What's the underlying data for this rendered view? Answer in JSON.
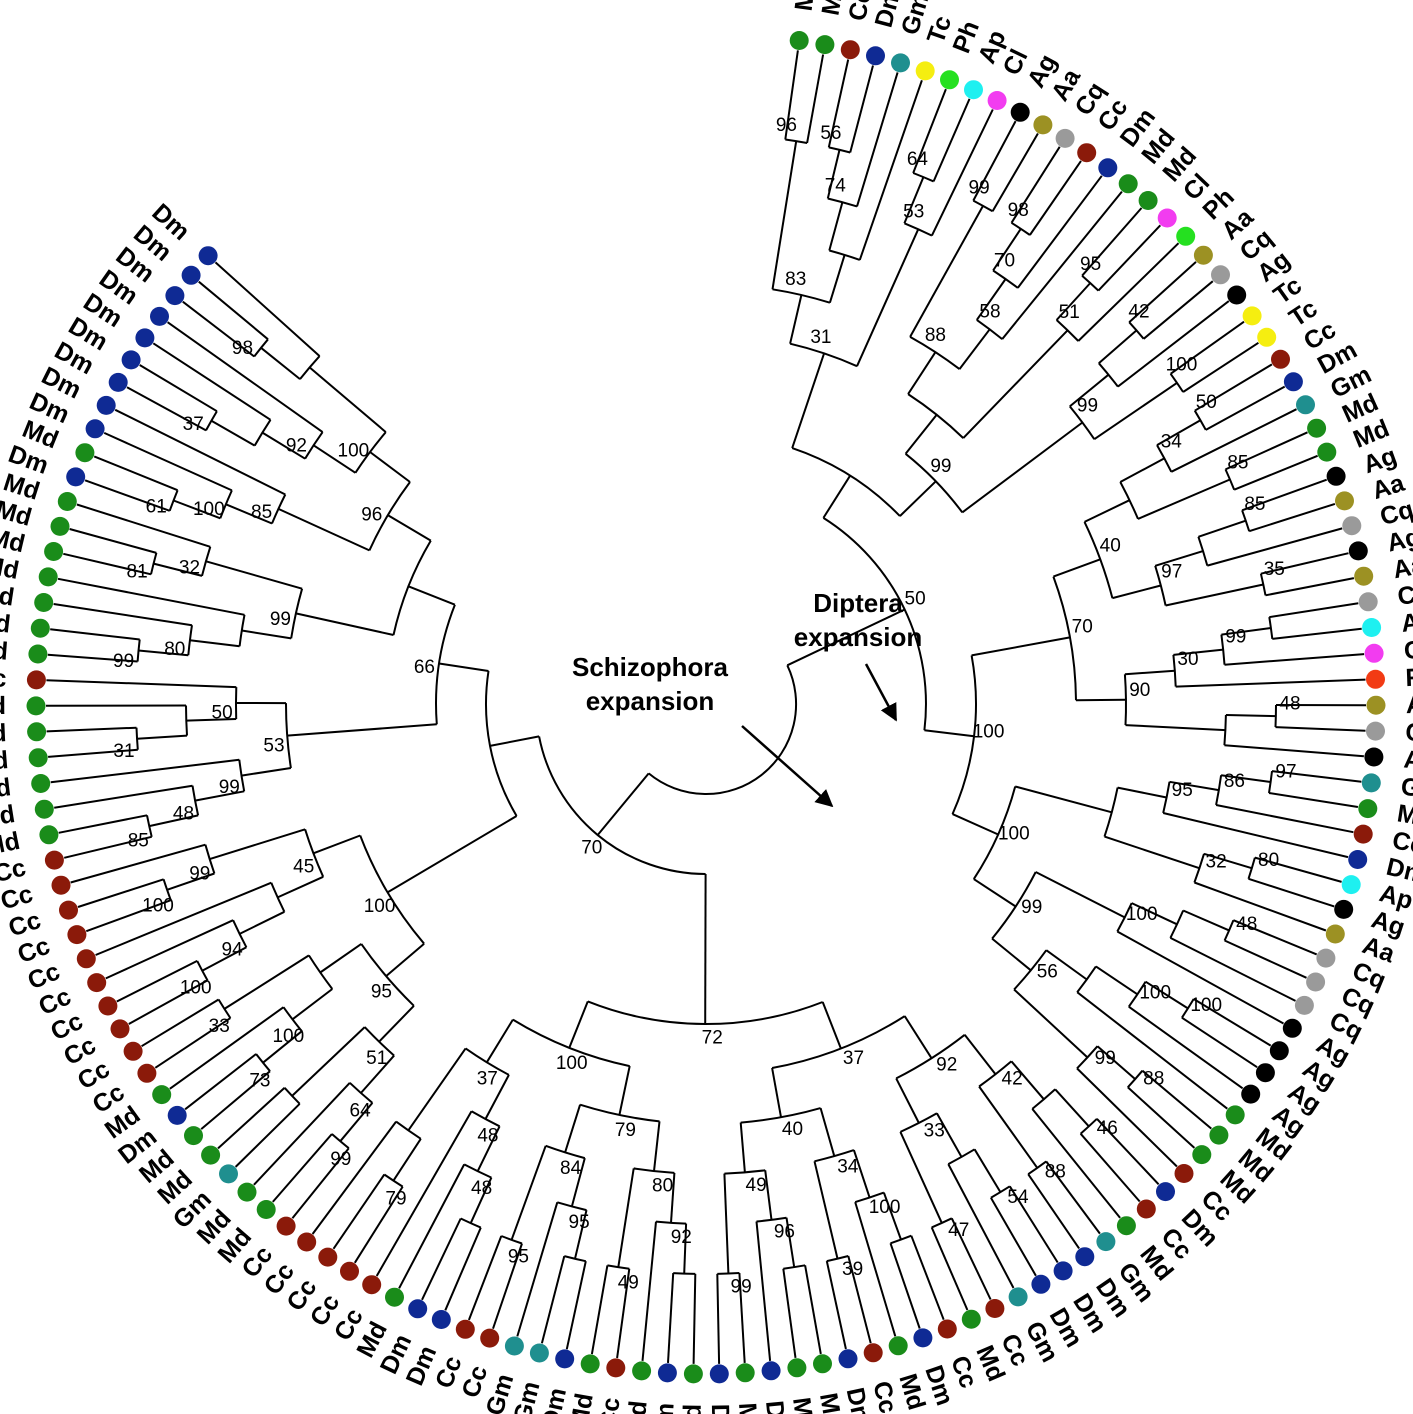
{
  "species_colors": {
    "Md": "#1a8c1a",
    "Cc": "#8b1a0a",
    "Dm": "#0f2a94",
    "Gm": "#1f8f8f",
    "Tc": "#f5ee10",
    "Ph": "#25e020",
    "Ap": "#1ef0f0",
    "Cl": "#f23cf0",
    "Ag": "#000000",
    "Aa": "#9c9123",
    "Cq": "#9a9a9a",
    "Rp": "#f23b14"
  },
  "tips": [
    "Md",
    "Md",
    "Cc",
    "Dm",
    "Gm",
    "Tc",
    "Ph",
    "Ap",
    "Cl",
    "Ag",
    "Aa",
    "Cq",
    "Cc",
    "Dm",
    "Md",
    "Md",
    "Cl",
    "Ph",
    "Aa",
    "Cq",
    "Ag",
    "Tc",
    "Tc",
    "Cc",
    "Dm",
    "Gm",
    "Md",
    "Md",
    "Ag",
    "Aa",
    "Cq",
    "Ag",
    "Aa",
    "Cq",
    "Ap",
    "Cl",
    "Rp",
    "Aa",
    "Cq",
    "Ag",
    "Gm",
    "Md",
    "Cc",
    "Dm",
    "Ap",
    "Ag",
    "Aa",
    "Cq",
    "Cq",
    "Cq",
    "Ag",
    "Ag",
    "Ag",
    "Ag",
    "Md",
    "Md",
    "Md",
    "Cc",
    "Dm",
    "Cc",
    "Md",
    "Gm",
    "Dm",
    "Dm",
    "Dm",
    "Gm",
    "Cc",
    "Md",
    "Cc",
    "Dm",
    "Md",
    "Cc",
    "Dm",
    "Md",
    "Md",
    "Dm",
    "Md",
    "Dm",
    "Md",
    "Dm",
    "Md",
    "Cc",
    "Md",
    "Dm",
    "Gm",
    "Gm",
    "Cc",
    "Cc",
    "Dm",
    "Dm",
    "Md",
    "Cc",
    "Cc",
    "Cc",
    "Cc",
    "Cc",
    "Md",
    "Md",
    "Gm",
    "Md",
    "Md",
    "Dm",
    "Md",
    "Cc",
    "Cc",
    "Cc",
    "Cc",
    "Cc",
    "Cc",
    "Cc",
    "Cc",
    "Cc",
    "Cc",
    "Md",
    "Md",
    "Md",
    "Md",
    "Md",
    "Md",
    "Cc",
    "Md",
    "Md",
    "Md",
    "Md",
    "Md",
    "Md",
    "Md",
    "Dm",
    "Md",
    "Dm",
    "Dm",
    "Dm",
    "Dm",
    "Dm",
    "Dm",
    "Dm",
    "Dm",
    "Dm"
  ],
  "support_values": [
    "96",
    "83",
    "56",
    "74",
    "31",
    "64",
    "53",
    "99",
    "88",
    "98",
    "70",
    "58",
    "95",
    "51",
    "99",
    "42",
    "99",
    "100",
    "50",
    "34",
    "50",
    "85",
    "40",
    "85",
    "97",
    "35",
    "70",
    "99",
    "30",
    "90",
    "48",
    "100",
    "97",
    "86",
    "95",
    "80",
    "32",
    "48",
    "100",
    "100",
    "100",
    "99",
    "100",
    "56",
    "88",
    "99",
    "46",
    "42",
    "88",
    "92",
    "54",
    "33",
    "47",
    "37",
    "100",
    "34",
    "39",
    "40",
    "96",
    "49",
    "99",
    "72",
    "92",
    "80",
    "49",
    "79",
    "95",
    "84",
    "95",
    "100",
    "48",
    "48",
    "37",
    "79",
    "70",
    "99",
    "64",
    "51",
    "95",
    "73",
    "100",
    "33",
    "100",
    "100",
    "94",
    "45",
    "100",
    "99",
    "85",
    "48",
    "99",
    "53",
    "31",
    "50",
    "99",
    "80",
    "66",
    "99",
    "81",
    "32",
    "61",
    "100",
    "85",
    "37",
    "96",
    "92",
    "100",
    "98"
  ],
  "annotations": {
    "diptera": [
      "Diptera",
      "expansion"
    ],
    "schizophora": [
      "Schizophora",
      "expansion"
    ]
  }
}
